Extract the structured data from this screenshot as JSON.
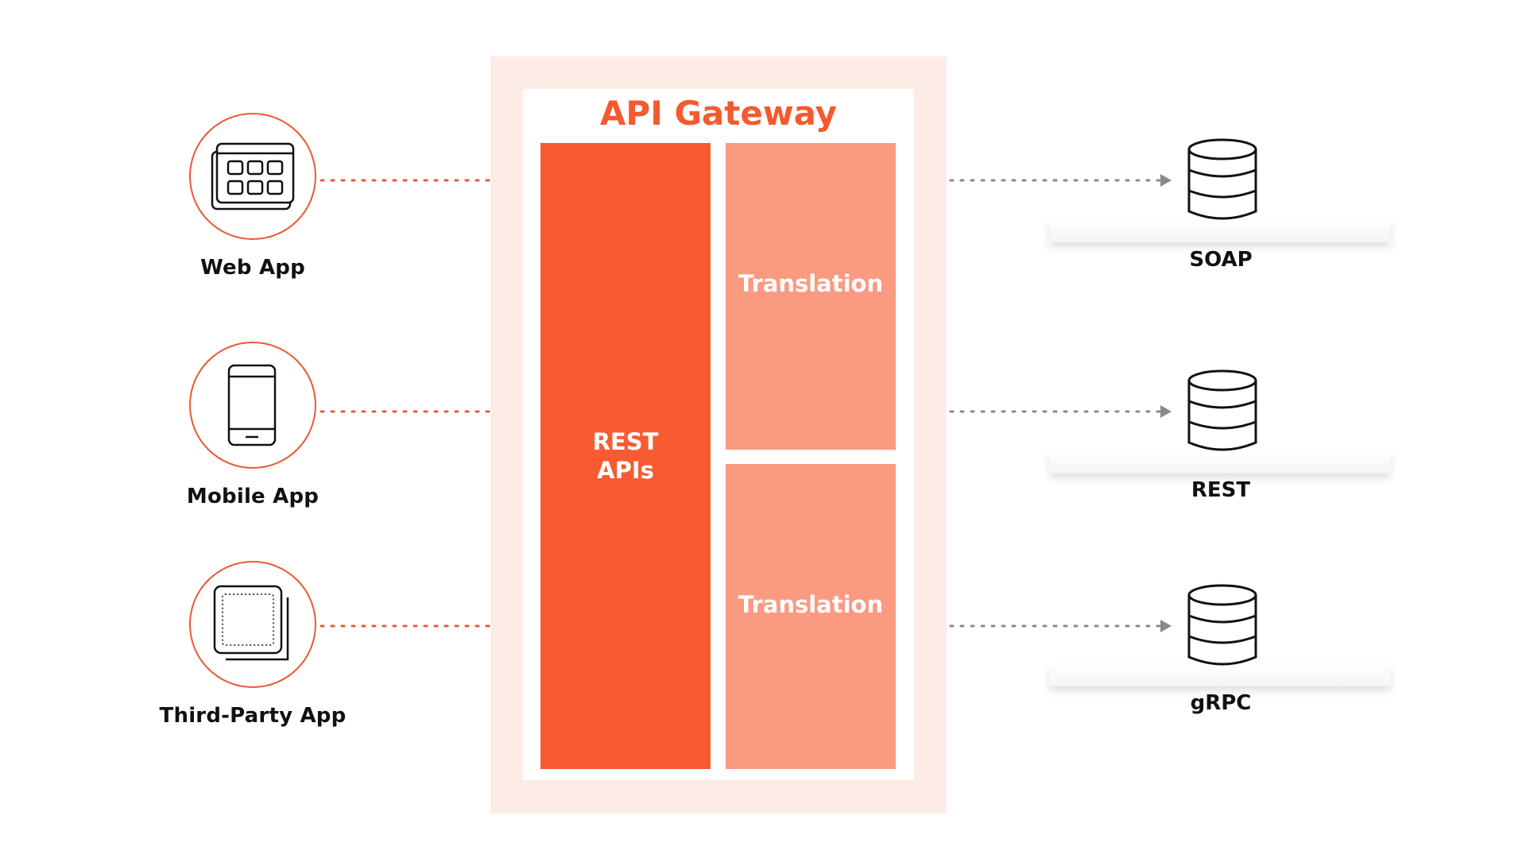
{
  "gateway": {
    "title": "API Gateway",
    "rest_label": "REST APIs",
    "translations": [
      "Translation",
      "Translation"
    ]
  },
  "clients": [
    {
      "label": "Web App",
      "icon": "web-app-grid-icon"
    },
    {
      "label": "Mobile App",
      "icon": "smartphone-icon"
    },
    {
      "label": "Third-Party App",
      "icon": "stacked-windows-icon"
    }
  ],
  "backends": [
    {
      "label": "SOAP",
      "icon": "database-icon"
    },
    {
      "label": "REST",
      "icon": "database-icon"
    },
    {
      "label": "gRPC",
      "icon": "database-icon"
    }
  ],
  "colors": {
    "accent": "#f85b31",
    "accent_light": "#fa9a80",
    "gateway_bg": "#fdece6",
    "client_arrow": "#e85a35",
    "backend_arrow": "#8a8a8a"
  }
}
